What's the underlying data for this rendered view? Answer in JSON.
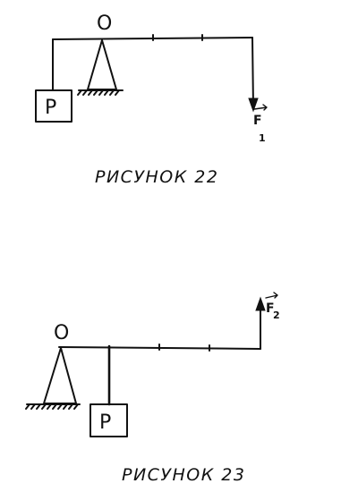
{
  "figure22": {
    "pivot_label": "O",
    "weight_label": "P",
    "force_symbol": "F",
    "force_subscript": "1",
    "caption": "РИСУНОК 22"
  },
  "figure23": {
    "pivot_label": "O",
    "weight_label": "P",
    "force_symbol": "F",
    "force_subscript": "2",
    "caption": "РИСУНОК 23"
  },
  "colors": {
    "ink": "#111111",
    "paper": "#ffffff"
  }
}
